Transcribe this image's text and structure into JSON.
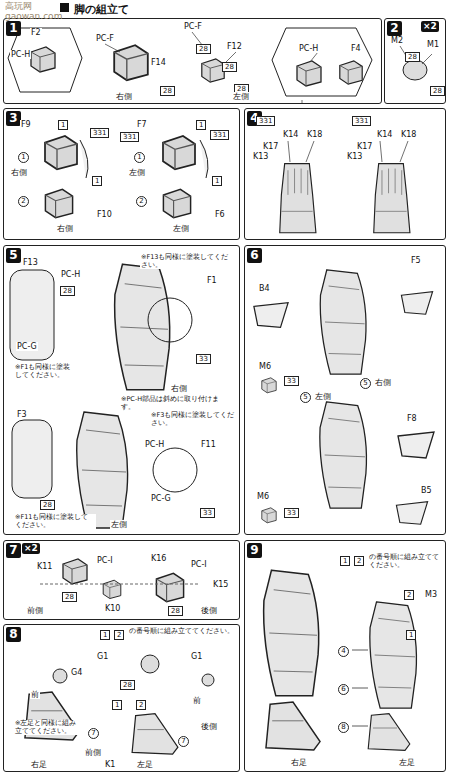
{
  "diagram": {
    "title": "脚の組立て",
    "nodes": [
      {
        "text": [
          "1"
        ]
      },
      {
        "text": [
          "2"
        ]
      },
      {
        "text": [
          "3"
        ]
      },
      {
        "text": [
          "4"
        ]
      },
      {
        "text": [
          "5"
        ]
      },
      {
        "text": [
          "6"
        ]
      },
      {
        "text": [
          "7"
        ]
      },
      {
        "text": [
          "8"
        ]
      },
      {
        "text": [
          "9"
        ]
      }
    ],
    "labels": [
      "F2",
      "PC-H",
      "PC-F",
      "PC-F",
      "28",
      "F12",
      "F14",
      "28",
      "28",
      "28",
      "PC-H",
      "F4",
      "右側",
      "左側",
      "×2",
      "M2",
      "28",
      "M1",
      "28",
      "F9",
      "1",
      "331",
      "1",
      "1",
      "右側",
      "F10",
      "2",
      "右側",
      "F7",
      "331",
      "1",
      "331",
      "1",
      "1",
      "左側",
      "F6",
      "2",
      "左側",
      "331",
      "K14",
      "K18",
      "K17",
      "K13",
      "331",
      "K14",
      "K18",
      "K17",
      "K13",
      "F13",
      "PC-H",
      "28",
      "※F1も同様に塗装してください。",
      "PC-G",
      "F1",
      "33",
      "右側",
      "※F13も同様に塗装してください。",
      "※PC-H部品は斜めに取り付けます。",
      "F3",
      "※F3も同様に塗装してください。",
      "PC-H",
      "F11",
      "PC-G",
      "33",
      "28",
      "※F11も同様に塗装してください。",
      "左側",
      "F5",
      "B4",
      "5",
      "右側",
      "M6",
      "33",
      "F8",
      "5",
      "左側",
      "B5",
      "M6",
      "33",
      "×2",
      "K11",
      "PC-I",
      "K16",
      "PC-I",
      "K15",
      "28",
      "28",
      "前側",
      "K10",
      "後側",
      "1",
      "2",
      "の番号順に組み立ててください。",
      "G4",
      "前",
      "G1",
      "G1",
      "28",
      "1",
      "2",
      "後側",
      "7",
      "7",
      "前側",
      "K1",
      "左足",
      "前",
      "※左足と同様に組み立ててください。",
      "右足",
      "1",
      "2",
      "の番号順に組み立ててください。",
      "M3",
      "2",
      "1",
      "4",
      "6",
      "8",
      "右足",
      "左足",
      "高玩网",
      "gaowan.com"
    ]
  }
}
